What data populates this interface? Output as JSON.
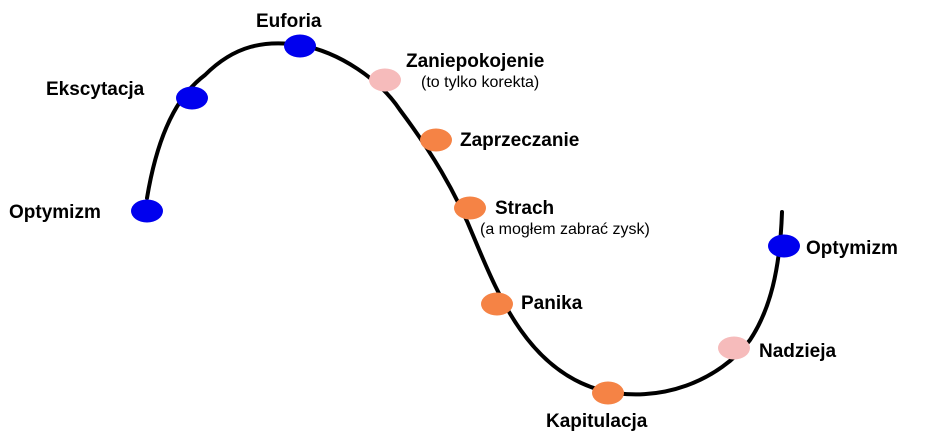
{
  "colors": {
    "curve": "#000000",
    "blue": "#0000ee",
    "orange": "#f58345",
    "pink": "#f6bbbb"
  },
  "stages": [
    {
      "id": "optimism-start",
      "label": "Optymizm",
      "sublabel": "",
      "color": "blue"
    },
    {
      "id": "excitement",
      "label": "Ekscytacja",
      "sublabel": "",
      "color": "blue"
    },
    {
      "id": "euphoria",
      "label": "Euforia",
      "sublabel": "",
      "color": "blue"
    },
    {
      "id": "anxiety",
      "label": "Zaniepokojenie",
      "sublabel": "(to tylko korekta)",
      "color": "pink"
    },
    {
      "id": "denial",
      "label": "Zaprzeczanie",
      "sublabel": "",
      "color": "orange"
    },
    {
      "id": "fear",
      "label": "Strach",
      "sublabel": "(a mogłem zabrać zysk)",
      "color": "orange"
    },
    {
      "id": "panic",
      "label": "Panika",
      "sublabel": "",
      "color": "orange"
    },
    {
      "id": "capitulation",
      "label": "Kapitulacja",
      "sublabel": "",
      "color": "orange"
    },
    {
      "id": "hope",
      "label": "Nadzieja",
      "sublabel": "",
      "color": "pink"
    },
    {
      "id": "optimism-end",
      "label": "Optymizm",
      "sublabel": "",
      "color": "blue"
    }
  ]
}
